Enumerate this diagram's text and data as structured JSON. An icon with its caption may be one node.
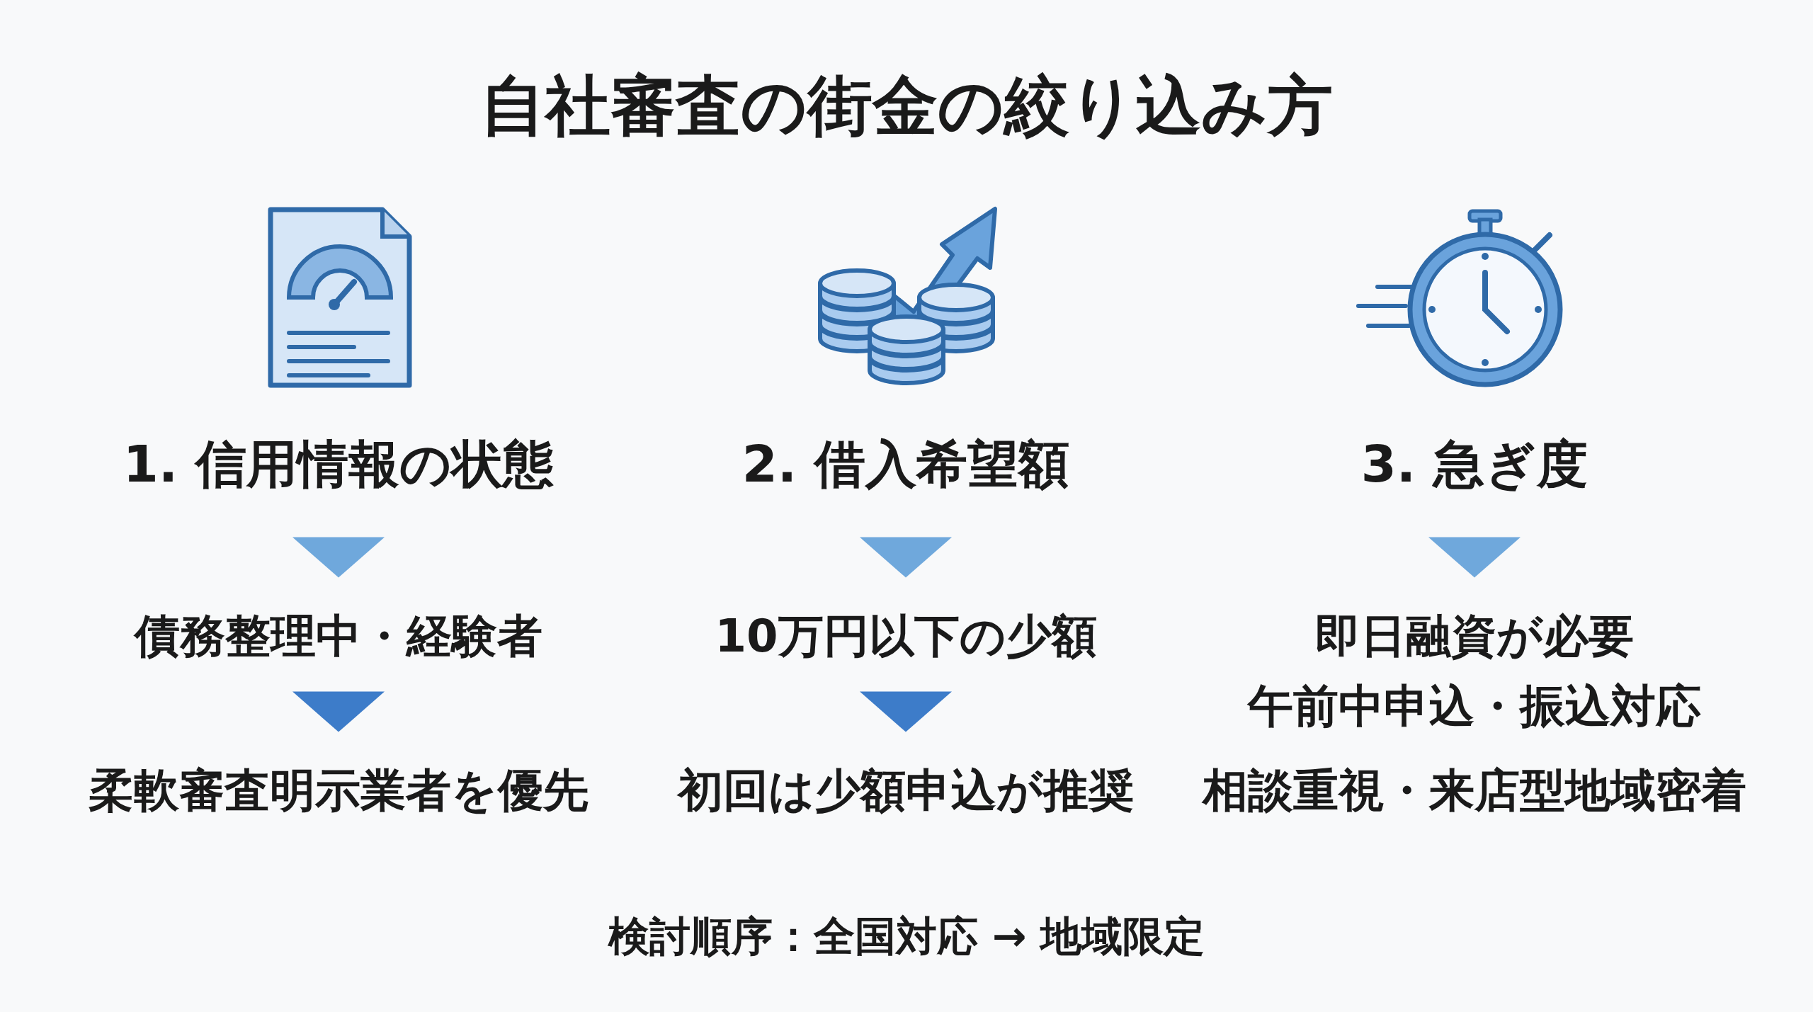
{
  "diagram": {
    "title": "自社審査の街金の絞り込み方",
    "nodes": [
      {
        "text": [
          "1. 信用情報の状態"
        ]
      },
      {
        "text": [
          "債務整理中・経験者"
        ]
      },
      {
        "text": [
          "柔軟審査明示業者を優先"
        ]
      },
      {
        "text": [
          "2. 借入希望額"
        ]
      },
      {
        "text": [
          "10万円以下の少額"
        ]
      },
      {
        "text": [
          "初回は少額申込が推奨"
        ]
      },
      {
        "text": [
          "3. 急ぎ度"
        ]
      },
      {
        "text": [
          "即日融資が必要"
        ]
      },
      {
        "text": [
          "午前中申込・振込対応"
        ]
      },
      {
        "text": [
          "相談重視・来店型地域密着"
        ]
      }
    ],
    "edges": [
      {
        "from": 0,
        "to": 1,
        "arrow": "to"
      },
      {
        "from": 1,
        "to": 2,
        "arrow": "to",
        "color": "#3d7cc9"
      },
      {
        "from": 3,
        "to": 4,
        "arrow": "to"
      },
      {
        "from": 4,
        "to": 5,
        "arrow": "to",
        "color": "#3d7cc9"
      },
      {
        "from": 6,
        "to": 7,
        "arrow": "to"
      }
    ],
    "labels": [
      "検討順序：全国対応 → 地域限定"
    ]
  }
}
